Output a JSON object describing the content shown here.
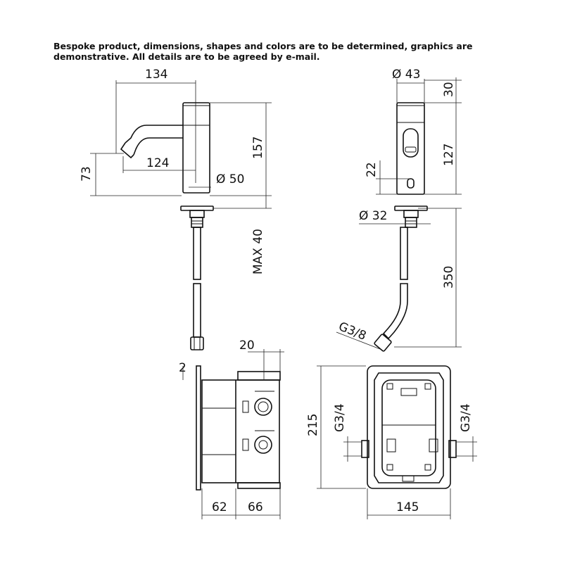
{
  "note": {
    "line1": "Bespoke product, dimensions, shapes and colors are to be determined, graphics are",
    "line2": "demonstrative. All details are to be agreed by e-mail."
  },
  "side_view": {
    "dim_top": "134",
    "dim_spout": "124",
    "dim_height": "157",
    "dim_spout_height": "73",
    "dim_diameter": "Ø 50",
    "dim_max": "MAX 40"
  },
  "front_view": {
    "dim_diameter_top": "Ø 43",
    "dim_cap": "30",
    "dim_body": "127",
    "dim_sensor": "22",
    "dim_diameter_base": "Ø 32",
    "dim_hose": "350",
    "dim_thread": "G3/8"
  },
  "box_side": {
    "dim_plate": "2",
    "dim_depth": "20",
    "dim_left": "62",
    "dim_right": "66"
  },
  "box_front": {
    "dim_height": "215",
    "dim_width": "145",
    "dim_thread_left": "G3/4",
    "dim_thread_right": "G3/4"
  }
}
